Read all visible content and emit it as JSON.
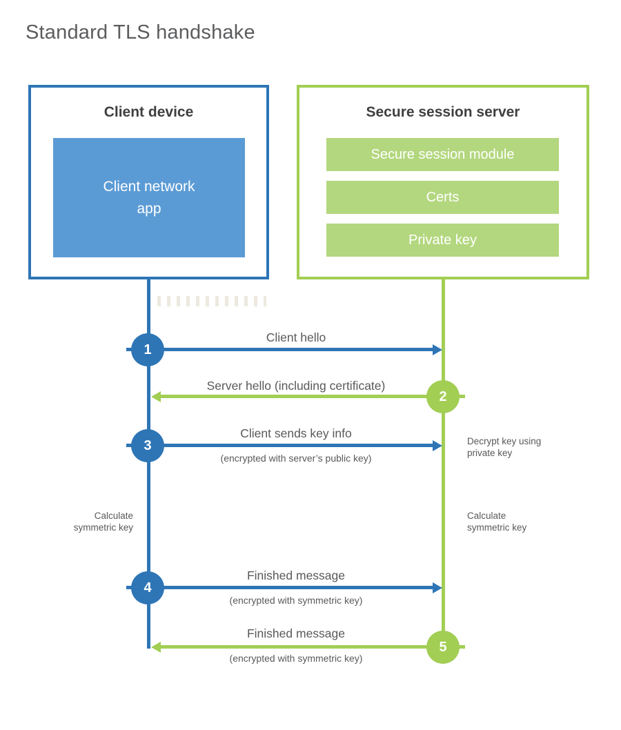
{
  "title": "Standard TLS handshake",
  "colors": {
    "blue": "#2e75b6",
    "blue_fill": "#5b9bd5",
    "green": "#a2ce54",
    "green_fill": "#b3d77e",
    "text": "#595959",
    "heading": "#3e3f41"
  },
  "client": {
    "heading": "Client device",
    "app_label": "Client network\napp"
  },
  "server": {
    "heading": "Secure session server",
    "modules": [
      "Secure session module",
      "Certs",
      "Private key"
    ]
  },
  "steps": [
    {
      "num": "1",
      "actor": "client",
      "direction": "right",
      "label": "Client hello",
      "sublabel": ""
    },
    {
      "num": "2",
      "actor": "server",
      "direction": "left",
      "label": "Server hello (including certificate)",
      "sublabel": ""
    },
    {
      "num": "3",
      "actor": "client",
      "direction": "right",
      "label": "Client sends key info",
      "sublabel": "(encrypted with server’s public key)"
    },
    {
      "num": "4",
      "actor": "client",
      "direction": "right",
      "label": "Finished message",
      "sublabel": "(encrypted with symmetric key)"
    },
    {
      "num": "5",
      "actor": "server",
      "direction": "left",
      "label": "Finished message",
      "sublabel": "(encrypted with symmetric key)"
    }
  ],
  "notes": {
    "decrypt": "Decrypt key using\nprivate key",
    "calc_left": "Calculate\nsymmetric key",
    "calc_right": "Calculate\nsymmetric key"
  }
}
